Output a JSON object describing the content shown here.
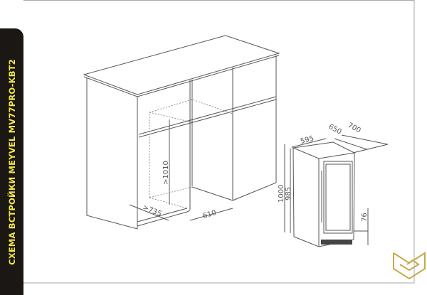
{
  "title": "СХЕМА ВСТРОЙКИ MEYVEL MV77PRO-KBT2",
  "niche": {
    "height_label": ">1010",
    "depth_label": ">735",
    "width_label": "610"
  },
  "appliance": {
    "width_label": "595",
    "depth_label": "650",
    "depth_open_label": "700",
    "height_label": "1000",
    "body_height_label": "985",
    "plinth_label": "76"
  },
  "logo": {
    "colors": {
      "stroke": "#c9a84a",
      "fill": "#1a1714"
    }
  }
}
